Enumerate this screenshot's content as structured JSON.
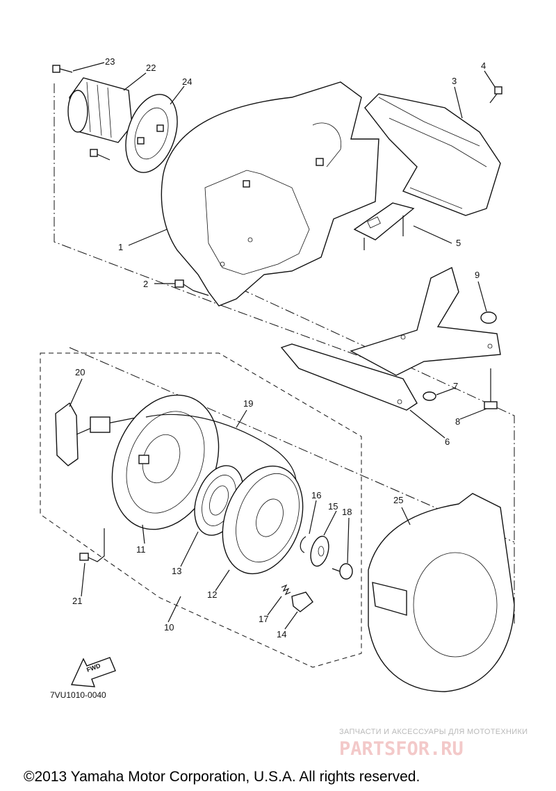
{
  "diagram": {
    "part_numbers": [
      "1",
      "2",
      "3",
      "4",
      "5",
      "6",
      "7",
      "8",
      "9",
      "10",
      "11",
      "12",
      "13",
      "14",
      "15",
      "16",
      "17",
      "18",
      "19",
      "20",
      "21",
      "22",
      "23",
      "24",
      "25"
    ],
    "drawing_code": "7VU1010-0040",
    "fwd_label": "FWD"
  },
  "watermark": {
    "tagline": "ЗАПЧАСТИ И АКСЕССУАРЫ ДЛЯ МОТОТЕХНИКИ",
    "brand": "PARTSFOR.RU"
  },
  "footer": {
    "copyright": "©2013 Yamaha Motor Corporation, U.S.A. All rights reserved."
  }
}
